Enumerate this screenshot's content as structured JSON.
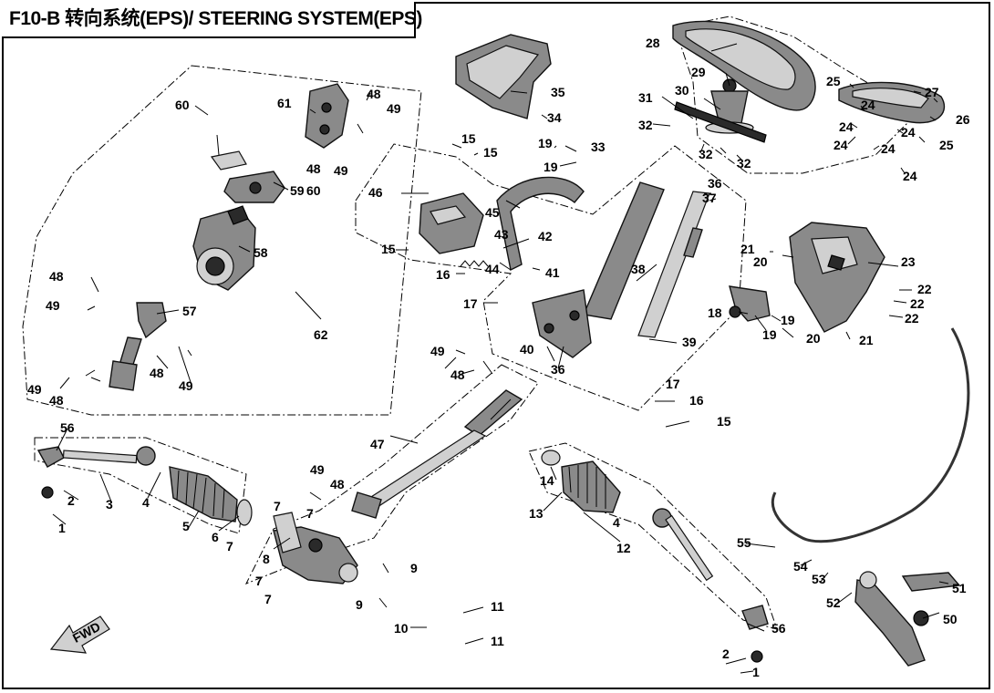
{
  "title": "F10-B 转向系统(EPS)/ STEERING SYSTEM(EPS)",
  "direction_label": "FWD",
  "callouts": [
    "1",
    "2",
    "3",
    "4",
    "5",
    "6",
    "7",
    "8",
    "9",
    "10",
    "11",
    "12",
    "13",
    "14",
    "15",
    "16",
    "17",
    "18",
    "19",
    "20",
    "21",
    "22",
    "23",
    "24",
    "25",
    "26",
    "27",
    "28",
    "29",
    "30",
    "31",
    "32",
    "33",
    "34",
    "35",
    "36",
    "37",
    "38",
    "39",
    "40",
    "41",
    "42",
    "43",
    "44",
    "45",
    "46",
    "47",
    "48",
    "49",
    "50",
    "51",
    "52",
    "53",
    "54",
    "55",
    "56",
    "57",
    "58",
    "59",
    "60",
    "61",
    "62"
  ]
}
